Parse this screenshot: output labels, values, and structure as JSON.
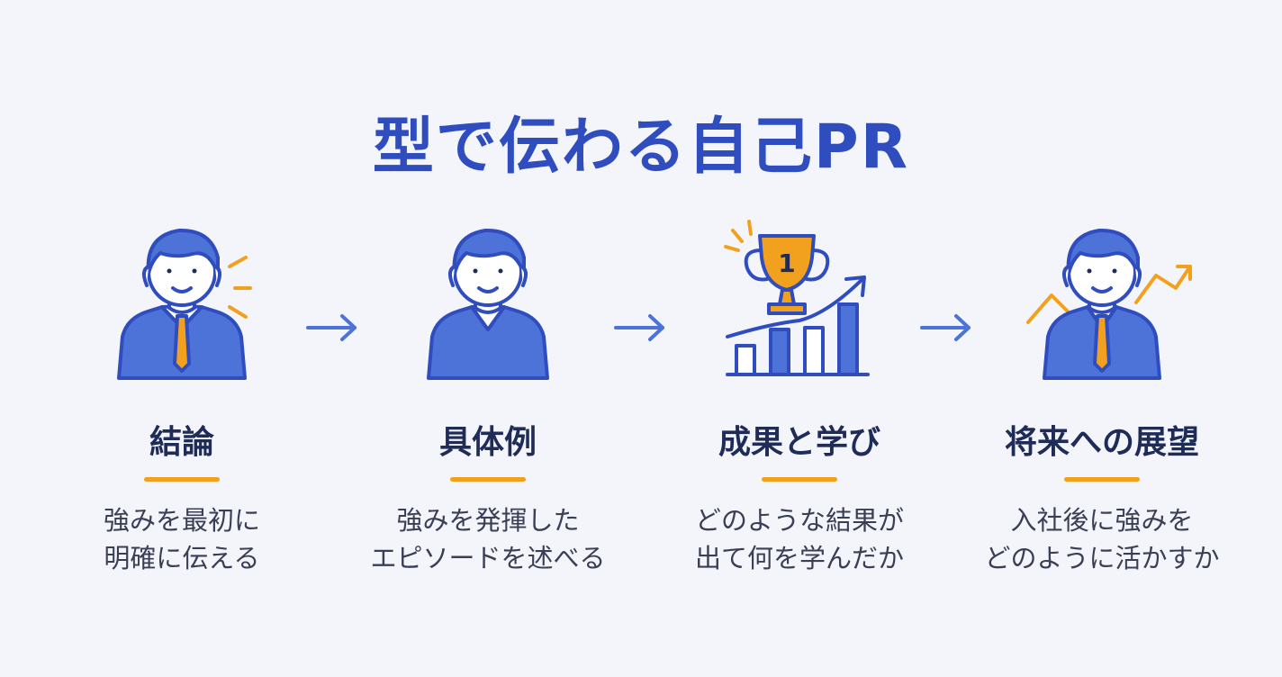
{
  "title": "型で伝わる自己PR",
  "colors": {
    "background": "#f3f5fa",
    "title": "#2f4dbf",
    "heading": "#1f2c57",
    "text": "#3a3f55",
    "accent": "#f2a11f",
    "illustration_blue": "#4e73d8",
    "illustration_stroke": "#2f4dbf"
  },
  "steps": [
    {
      "title": "結論",
      "description_lines": [
        "強みを最初に",
        "明確に伝える"
      ],
      "icon": "announcing-person-icon"
    },
    {
      "title": "具体例",
      "description_lines": [
        "強みを発揮した",
        "エピソードを述べる"
      ],
      "icon": "person-icon"
    },
    {
      "title": "成果と学び",
      "description_lines": [
        "どのような結果が",
        "出て何を学んだか"
      ],
      "icon": "trophy-growth-chart-icon",
      "trophy_label": "1"
    },
    {
      "title": "将来への展望",
      "description_lines": [
        "入社後に強みを",
        "どのように活かすか"
      ],
      "icon": "person-growth-icon"
    }
  ]
}
